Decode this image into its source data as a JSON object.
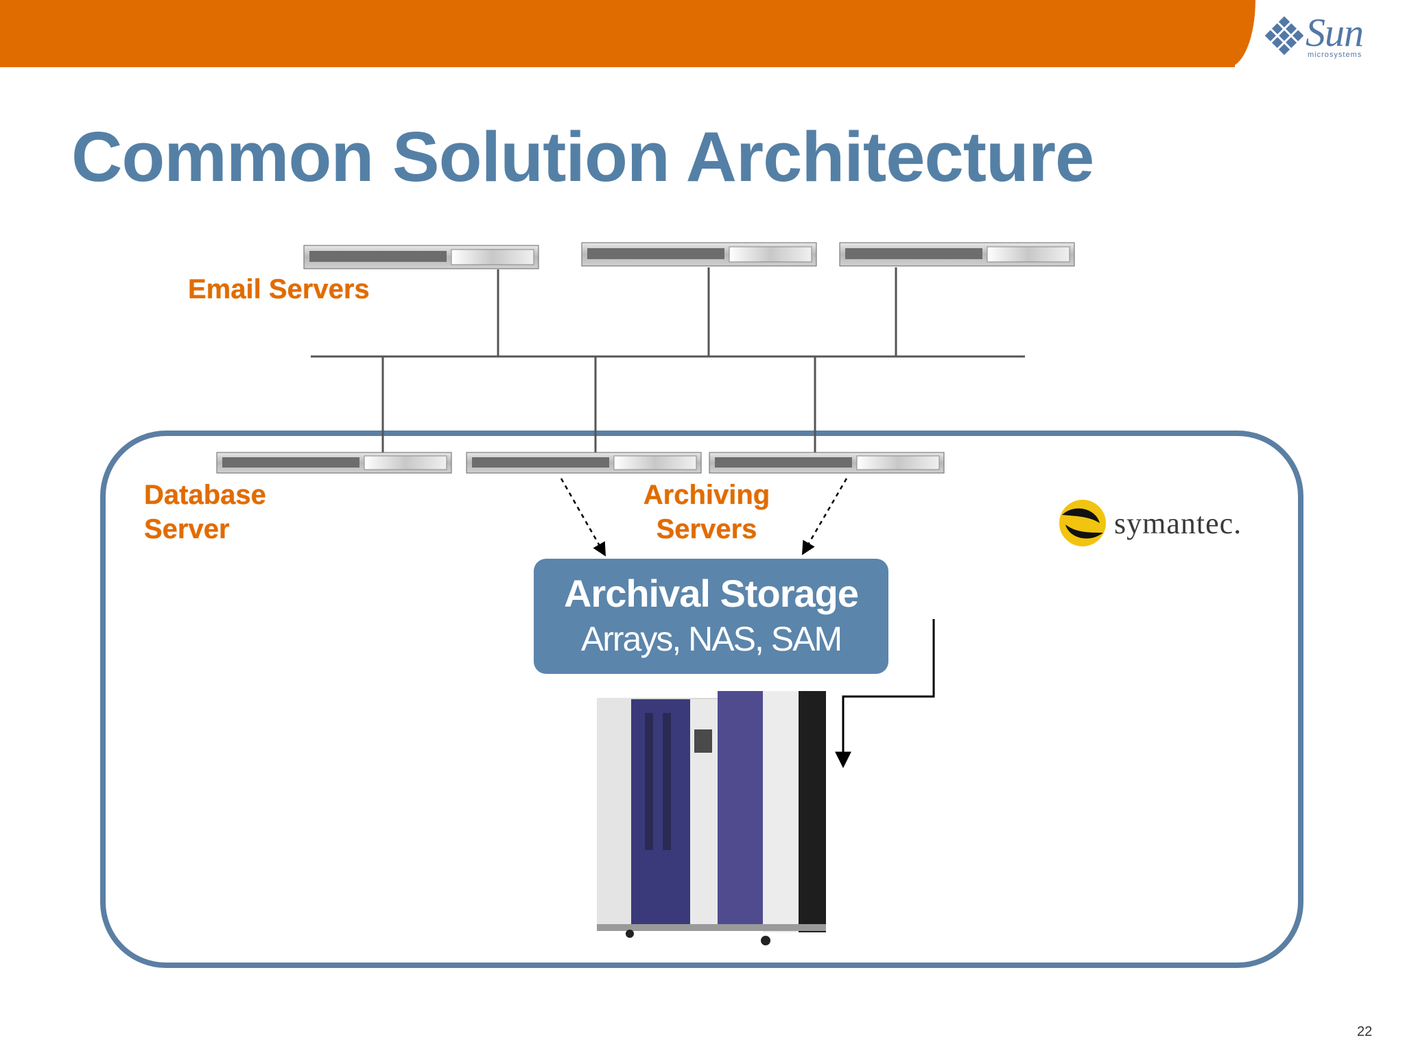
{
  "slide": {
    "title": "Common Solution Architecture",
    "page_number": "22"
  },
  "branding": {
    "sun_logo_text": "Sun",
    "sun_logo_subtext": "microsystems",
    "symantec_logo_text": "symantec.",
    "accent_color": "#e06c00",
    "title_color": "#5580a6"
  },
  "diagram": {
    "email_servers_label": "Email Servers",
    "database_server_label": [
      "Database",
      "Server"
    ],
    "archiving_servers_label": [
      "Archiving",
      "Servers"
    ],
    "archival_storage": {
      "title": "Archival Storage",
      "subtitle": "Arrays, NAS, SAM"
    }
  }
}
